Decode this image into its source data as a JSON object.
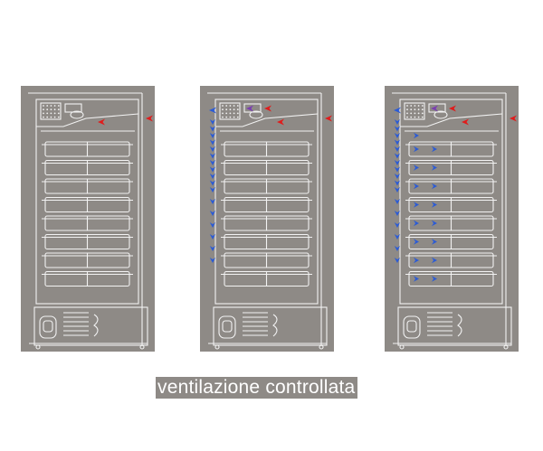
{
  "caption": "ventilazione controllata",
  "colors": {
    "panel": "#8e8a86",
    "line": "#f2f2f2",
    "cold_arrow": "#2b5bd6",
    "hot_arrow": "#e01b1b",
    "mix_arrow": "#7b3fb0",
    "caption_bg": "#8e8a86",
    "caption_text": "#ffffff"
  },
  "panels": [
    {
      "id": "static",
      "cold_airflow": "none"
    },
    {
      "id": "rear-only",
      "cold_airflow": "rear-down"
    },
    {
      "id": "controlled",
      "cold_airflow": "rear-down-and-through-shelves"
    }
  ],
  "shelf_count": 8
}
